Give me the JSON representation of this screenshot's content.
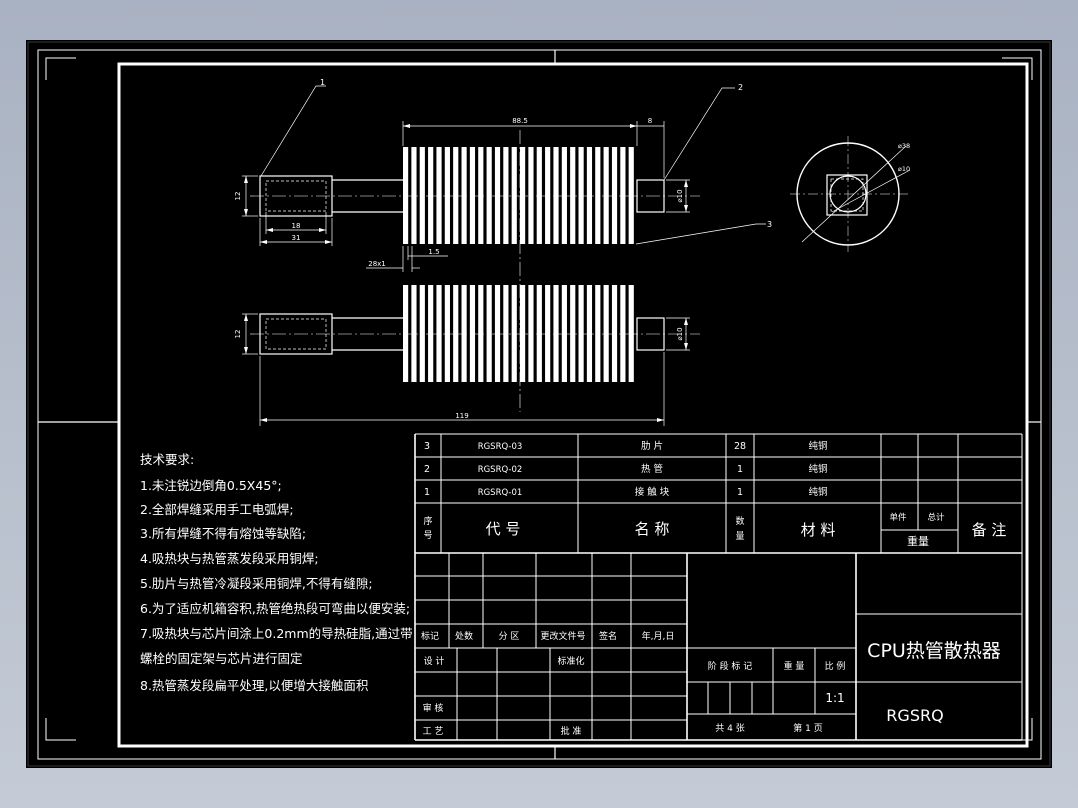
{
  "drawing": {
    "dimensions": {
      "fin_span": "88.5",
      "end_gap": "8",
      "block_height_top": "12",
      "block_height_bottom": "12",
      "inner_len": "18",
      "block_len": "31",
      "fin_pitch": "28x1",
      "fin_thickness": "1.5",
      "pipe_dia_top": "⌀10",
      "pipe_dia_bottom": "⌀10",
      "total_len": "119",
      "fin_outer_dia": "⌀38",
      "pipe_dia_side": "⌀10"
    },
    "balloons": [
      "1",
      "2",
      "3"
    ]
  },
  "tech_requirements": {
    "title": "技术要求:",
    "items": [
      "1.未注锐边倒角0.5X45°;",
      "2.全部焊缝采用手工电弧焊;",
      "3.所有焊缝不得有熔蚀等缺陷;",
      "4.吸热块与热管蒸发段采用铜焊;",
      "5.肋片与热管冷凝段采用铜焊,不得有缝隙;",
      "6.为了适应机箱容积,热管绝热段可弯曲以便安装;",
      "7.吸热块与芯片间涂上0.2mm的导热硅脂,通过带",
      "螺栓的固定架与芯片进行固定",
      "8.热管蒸发段扁平处理,以便增大接触面积"
    ]
  },
  "bom": {
    "rows": [
      {
        "no": "3",
        "code": "RGSRQ-03",
        "name": "肋  片",
        "qty": "28",
        "material": "纯铜"
      },
      {
        "no": "2",
        "code": "RGSRQ-02",
        "name": "热  管",
        "qty": "1",
        "material": "纯铜"
      },
      {
        "no": "1",
        "code": "RGSRQ-01",
        "name": "接 触 块",
        "qty": "1",
        "material": "纯铜"
      }
    ],
    "header": {
      "no": [
        "序",
        "号"
      ],
      "code": "代  号",
      "name": "名  称",
      "qty": [
        "数",
        "量"
      ],
      "material": "材  料",
      "unit": "单件",
      "total": "总计",
      "weight": "重量",
      "remark": "备 注"
    }
  },
  "title_block": {
    "labels": {
      "mark": "标记",
      "count": "处数",
      "zone": "分 区",
      "change_doc": "更改文件号",
      "sign": "签名",
      "date": "年,月,日",
      "design": "设 计",
      "standard": "标准化",
      "review": "审 核",
      "process": "工 艺",
      "approve": "批 准",
      "stage_mark": "阶 段 标 记",
      "weight": "重 量",
      "scale": "比 例",
      "sheets": "共 4 张",
      "page": "第 1 页"
    },
    "scale_value": "1:1",
    "drawing_name": "CPU热管散热器",
    "drawing_code": "RGSRQ"
  }
}
